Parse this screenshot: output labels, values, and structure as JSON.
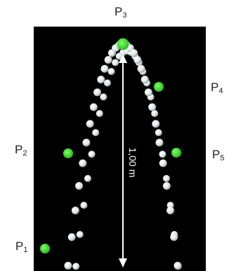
{
  "diagram": {
    "points": [
      {
        "letter": "P",
        "index": "1"
      },
      {
        "letter": "P",
        "index": "2"
      },
      {
        "letter": "P",
        "index": "3"
      },
      {
        "letter": "P",
        "index": "4"
      },
      {
        "letter": "P",
        "index": "5"
      }
    ],
    "height_label": "1,00 m",
    "colors": {
      "background": "#000000",
      "ball": "#e6ecec",
      "highlight": "#3ad12a",
      "arrow": "#ffffff"
    }
  }
}
